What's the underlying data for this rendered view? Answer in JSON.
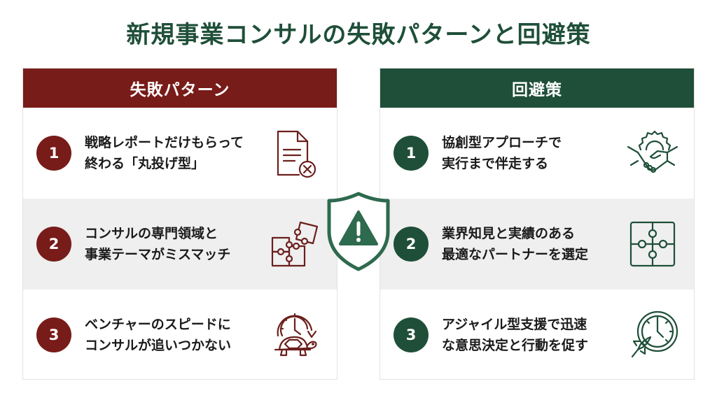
{
  "title": "新規事業コンサルの失敗パターンと回避策",
  "colors": {
    "failure_accent": "#781c19",
    "solution_accent": "#1f4f39",
    "row_shade": "#efefef"
  },
  "center_icon": "shield-warning-icon",
  "failure": {
    "header": "失敗パターン",
    "items": [
      {
        "number": "1",
        "line1": "戦略レポートだけもらって",
        "line2": "終わる「丸投げ型」",
        "icon": "document-x-icon"
      },
      {
        "number": "2",
        "line1": "コンサルの専門領域と",
        "line2": "事業テーマがミスマッチ",
        "icon": "puzzle-mismatch-icon"
      },
      {
        "number": "3",
        "line1": "ベンチャーのスピードに",
        "line2": "コンサルが追いつかない",
        "icon": "turtle-clock-icon"
      }
    ]
  },
  "solution": {
    "header": "回避策",
    "items": [
      {
        "number": "1",
        "line1": "協創型アプローチで",
        "line2": "実行まで伴走する",
        "icon": "handshake-gear-icon"
      },
      {
        "number": "2",
        "line1": "業界知見と実績のある",
        "line2": "最適なパートナーを選定",
        "icon": "puzzle-complete-icon"
      },
      {
        "number": "3",
        "line1": "アジャイル型支援で迅速",
        "line2": "な意思決定と行動を促す",
        "icon": "rocket-clock-icon"
      }
    ]
  }
}
